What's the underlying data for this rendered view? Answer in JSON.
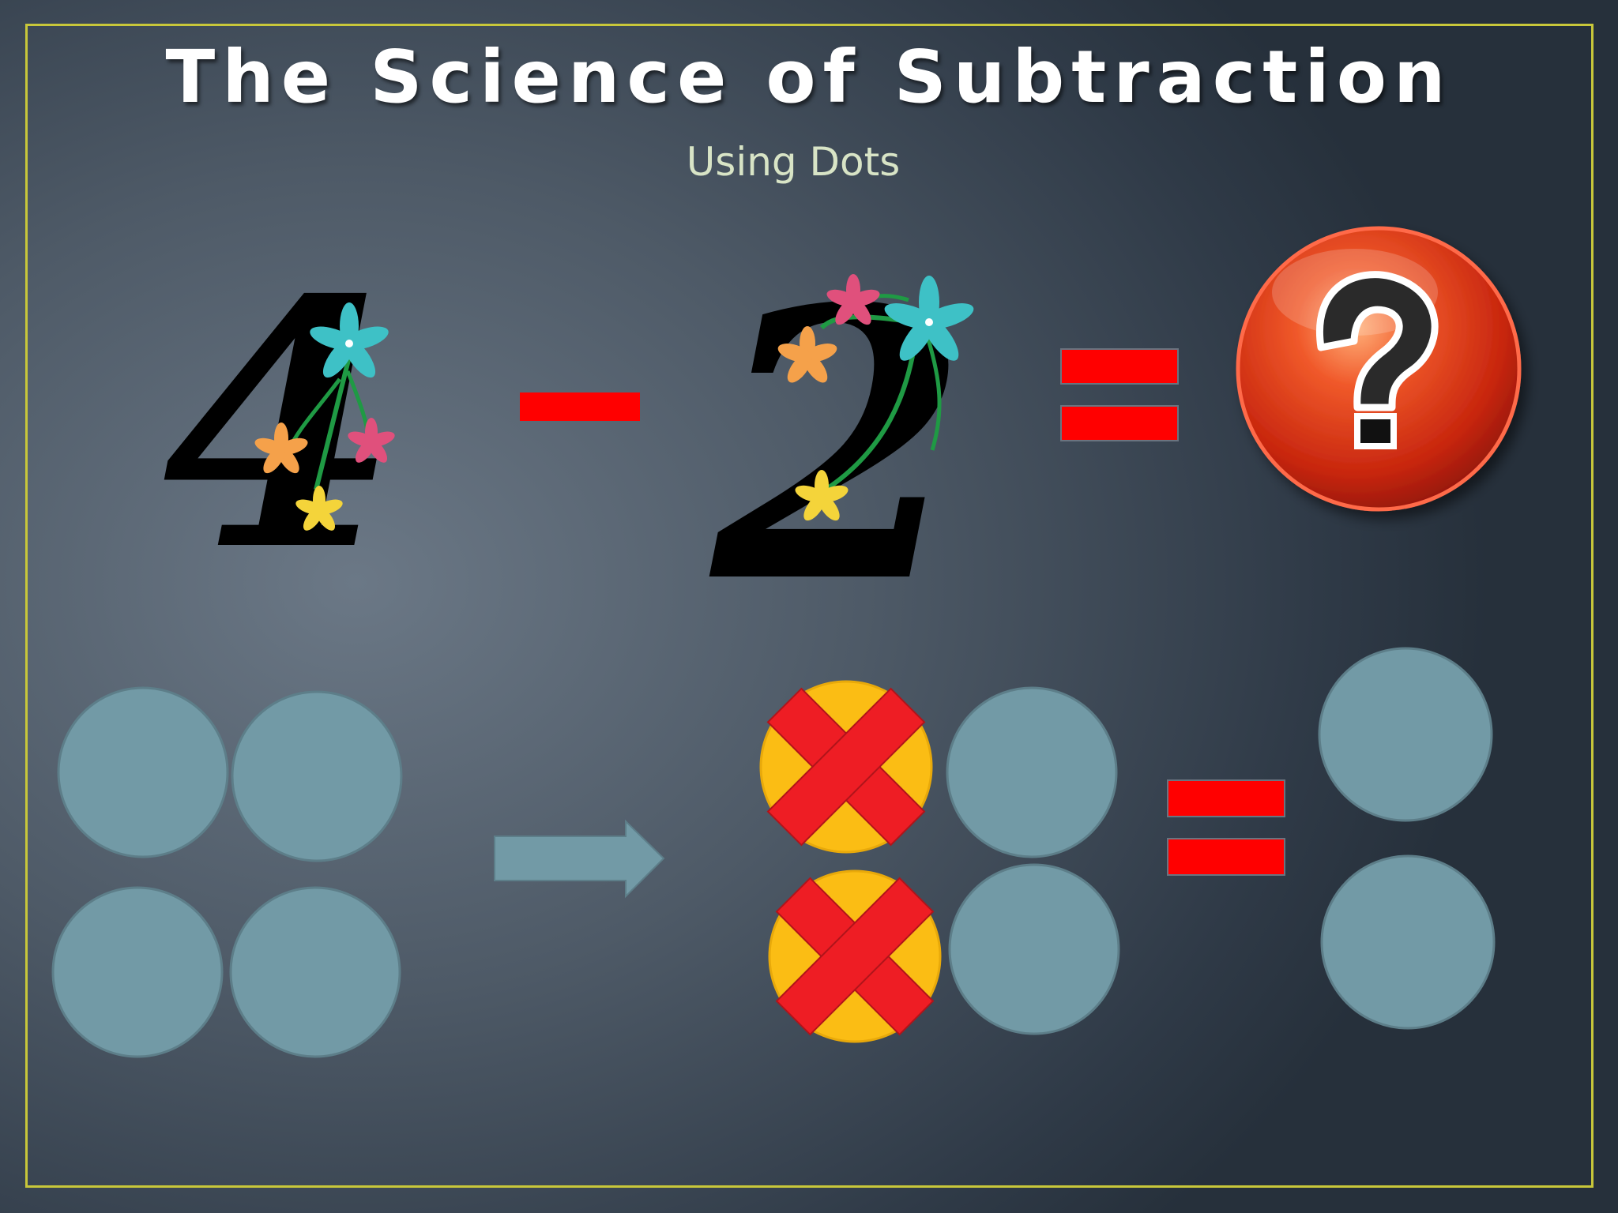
{
  "slide": {
    "title": "The Science of Subtraction",
    "subtitle": "Using Dots"
  },
  "equation": {
    "minuend": "4",
    "subtrahend": "2",
    "answer_icon": "question-mark-icon"
  },
  "dots": {
    "start_count": 4,
    "crossed_count": 2,
    "remaining_count": 2
  },
  "colors": {
    "frame": "#c8c73a",
    "operator": "#ff0000",
    "dot": "#729aa6",
    "crossed_dot": "#fbbd14",
    "cross": "#ee1d24",
    "answer_sphere": "#e53a1b"
  }
}
